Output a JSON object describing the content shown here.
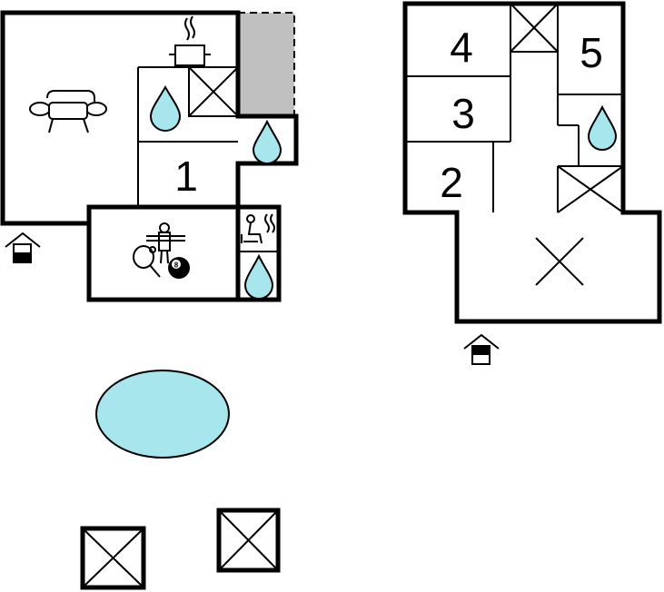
{
  "rooms": {
    "r1": "1",
    "r2": "2",
    "r3": "3",
    "r4": "4",
    "r5": "5"
  },
  "icons": [
    "sofa-icon",
    "stove-icon",
    "water-drop-icon",
    "sauna-icon",
    "table-tennis-icon",
    "foosball-icon",
    "billiard-ball-icon",
    "entrance-icon",
    "pool-icon",
    "storage-cross-icon"
  ],
  "billiard": {
    "ball_number": "8"
  },
  "colors": {
    "water": "#a8e6ee",
    "carport": "#c0c0c0",
    "wall": "#000000"
  }
}
